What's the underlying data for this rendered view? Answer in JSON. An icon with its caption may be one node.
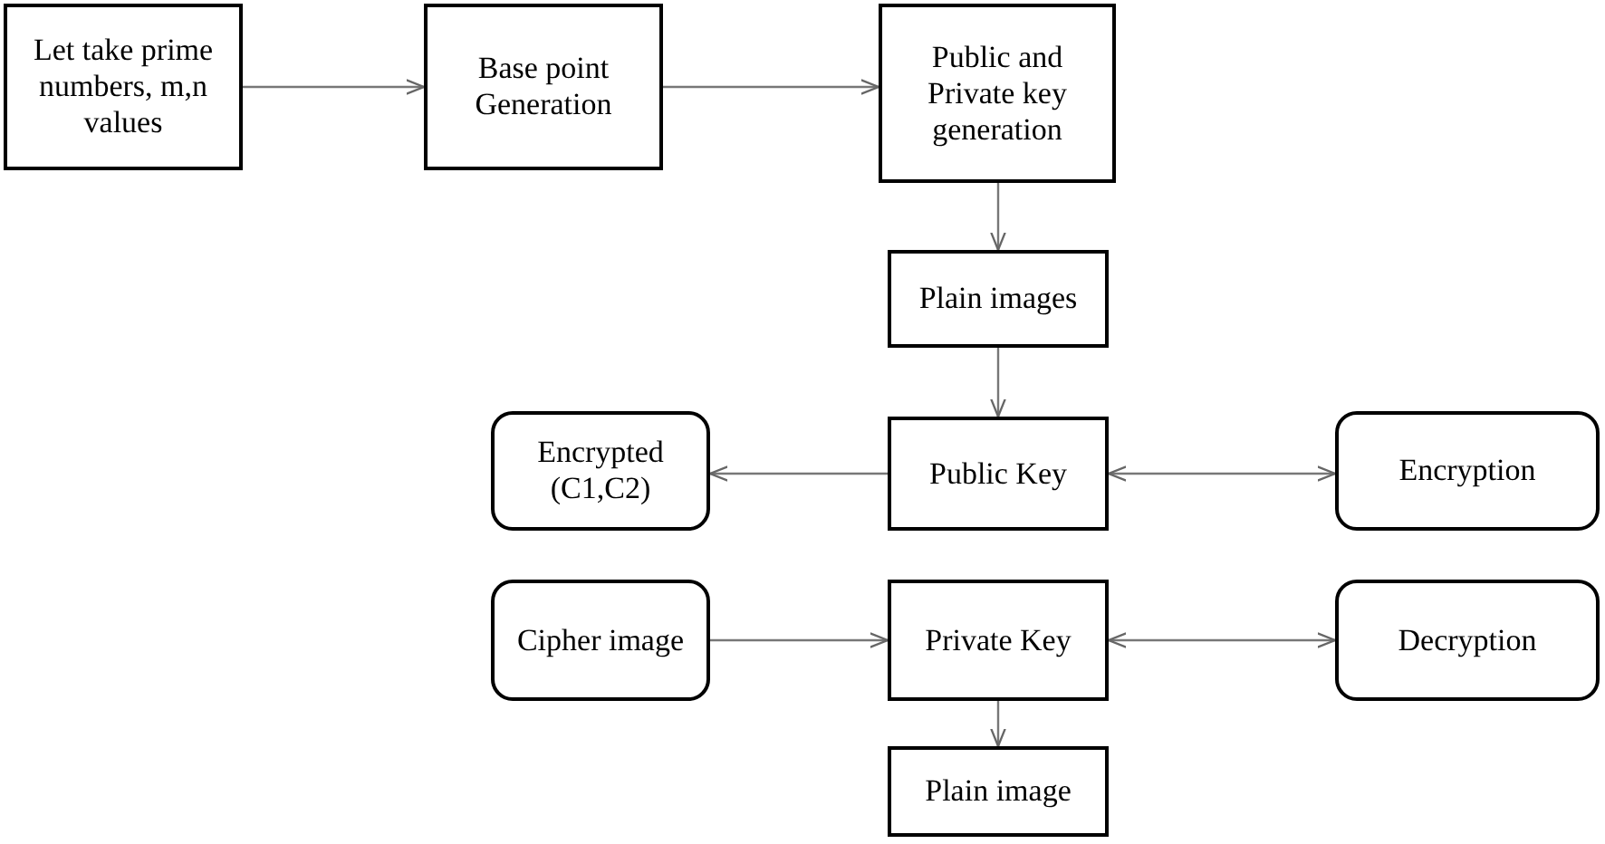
{
  "diagram": {
    "nodes": [
      {
        "text": [
          "Let take prime numbers, m,n values"
        ]
      },
      {
        "text": [
          "Base point Generation"
        ]
      },
      {
        "text": [
          "Public and Private key generation"
        ]
      },
      {
        "text": [
          "Plain images"
        ]
      },
      {
        "text": [
          "Public Key"
        ]
      },
      {
        "text": [
          "Encrypted (C1,C2)"
        ]
      },
      {
        "text": [
          "Encryption"
        ]
      },
      {
        "text": [
          "Cipher image"
        ]
      },
      {
        "text": [
          "Private Key"
        ]
      },
      {
        "text": [
          "Decryption"
        ]
      },
      {
        "text": [
          "Plain image"
        ]
      }
    ],
    "edges": [
      {
        "from": 0,
        "to": 1,
        "arrow": "to"
      },
      {
        "from": 1,
        "to": 2,
        "arrow": "to"
      },
      {
        "from": 2,
        "to": 3,
        "arrow": "to"
      },
      {
        "from": 3,
        "to": 4,
        "arrow": "to"
      },
      {
        "from": 4,
        "to": 5,
        "arrow": "to"
      },
      {
        "from": 4,
        "to": 6,
        "arrow": "both"
      },
      {
        "from": 7,
        "to": 8,
        "arrow": "to"
      },
      {
        "from": 8,
        "to": 9,
        "arrow": "both"
      },
      {
        "from": 8,
        "to": 10,
        "arrow": "to"
      }
    ]
  }
}
